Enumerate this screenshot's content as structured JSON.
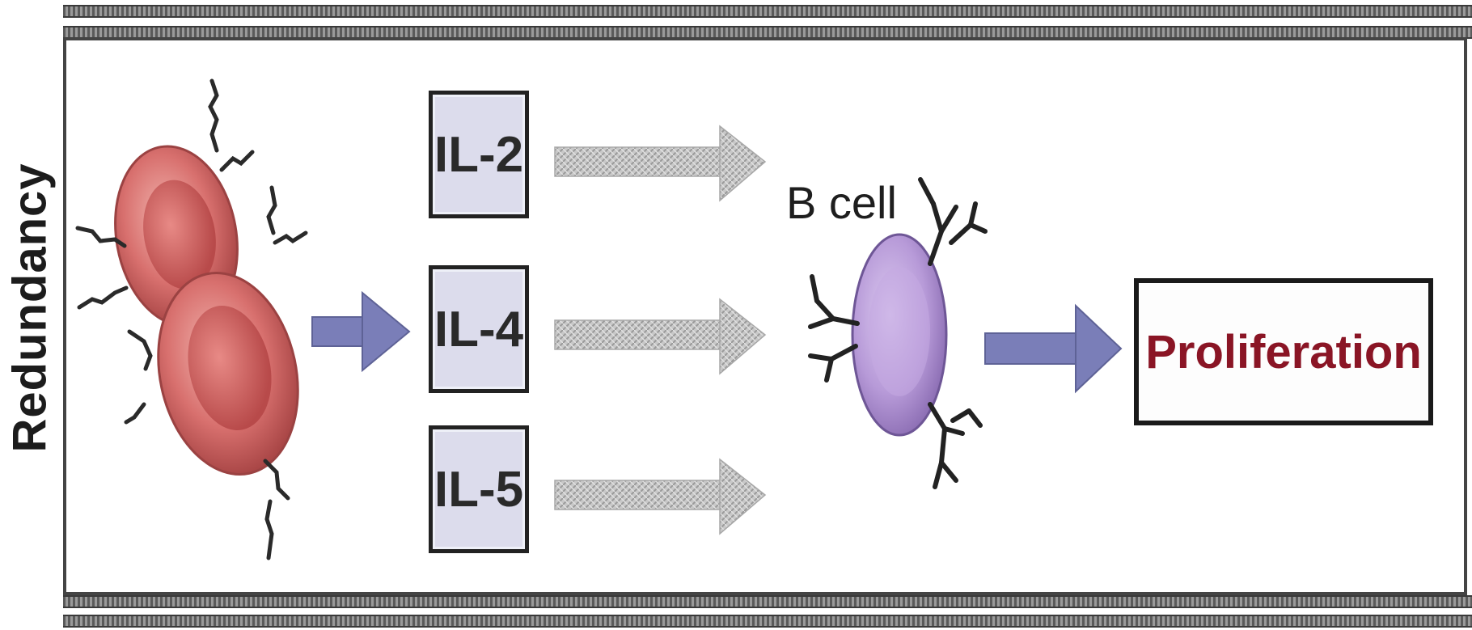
{
  "side_label": "Redundancy",
  "cytokines": [
    {
      "label": "IL-2"
    },
    {
      "label": "IL-4"
    },
    {
      "label": "IL-5"
    }
  ],
  "target_label": "B cell",
  "outcome_label": "Proliferation",
  "colors": {
    "t_cell_fill": "#d86a6a",
    "b_cell_fill": "#b79ad8",
    "blue_arrow": "#7a7eb8",
    "grey_arrow": "#b7b7b7",
    "outcome_text": "#8a1525",
    "box_fill": "#dcdcec"
  }
}
